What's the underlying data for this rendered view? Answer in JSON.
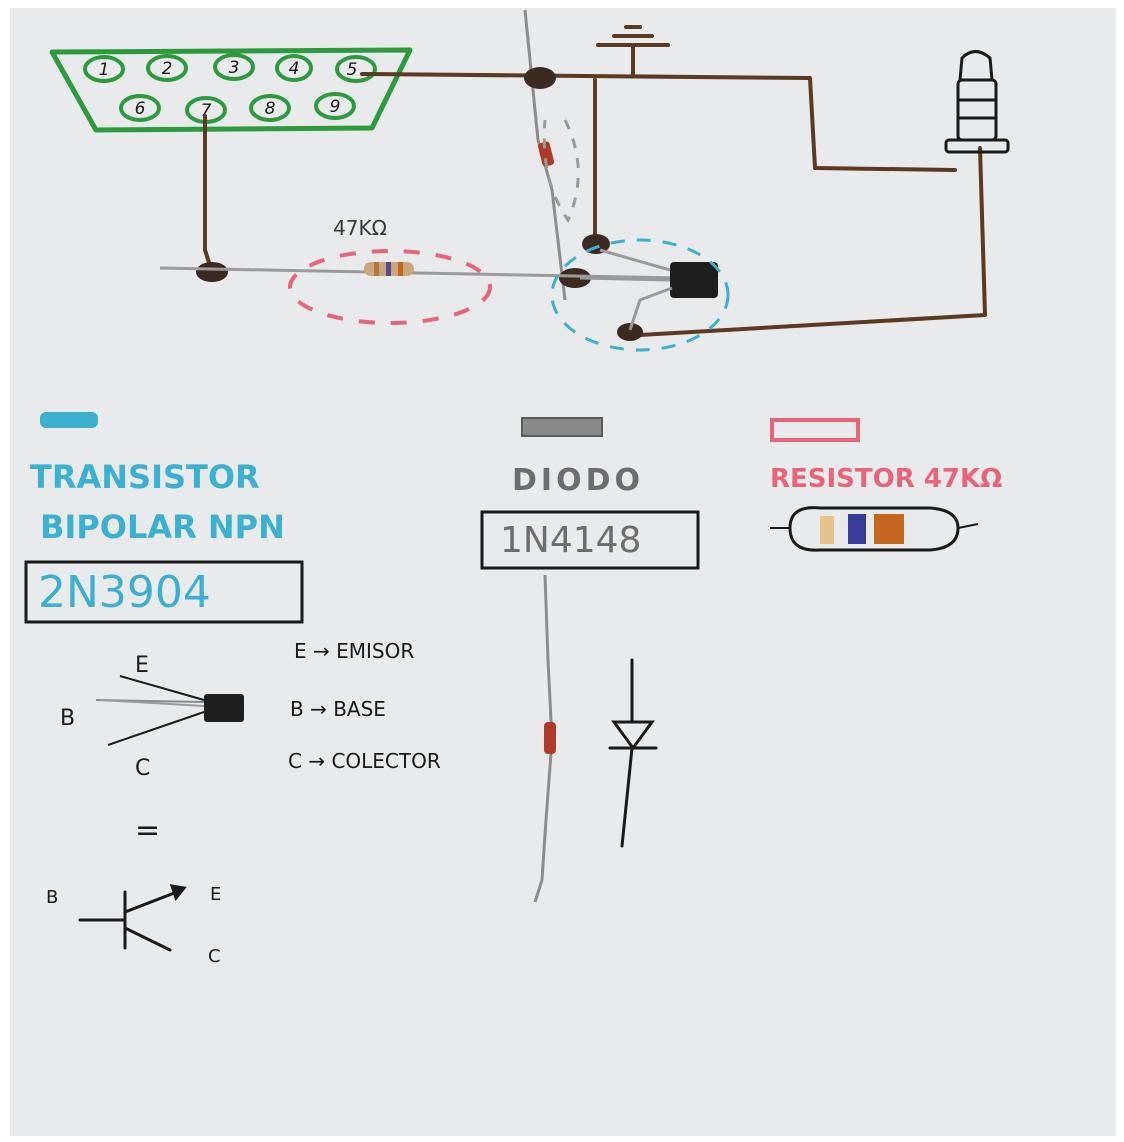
{
  "connector": {
    "pins_top": [
      "1",
      "2",
      "3",
      "4",
      "5"
    ],
    "pins_bottom": [
      "6",
      "7",
      "8",
      "9"
    ]
  },
  "resistor_value_label": "47KΩ",
  "transistor": {
    "title_line1": "TRANSISTOR",
    "title_line2": "BIPOLAR NPN",
    "part_number": "2N3904",
    "pin_e": "E",
    "pin_b": "B",
    "pin_c": "C",
    "legend_e": "E → EMISOR",
    "legend_b": "B → BASE",
    "legend_c": "C → COLECTOR",
    "equals": "=",
    "symbol_b": "B",
    "symbol_e": "E",
    "symbol_c": "C"
  },
  "diode": {
    "title": "DIODO",
    "part_number": "1N4148"
  },
  "resistor": {
    "title": "RESISTOR 47KΩ"
  },
  "colors": {
    "connector": "#2e9a3e",
    "wire": "#5a3a22",
    "transistor_text": "#3bb0cf",
    "resistor_text": "#e8647a",
    "diode_text": "#6d6d6d",
    "ink": "#1a1a1a"
  }
}
